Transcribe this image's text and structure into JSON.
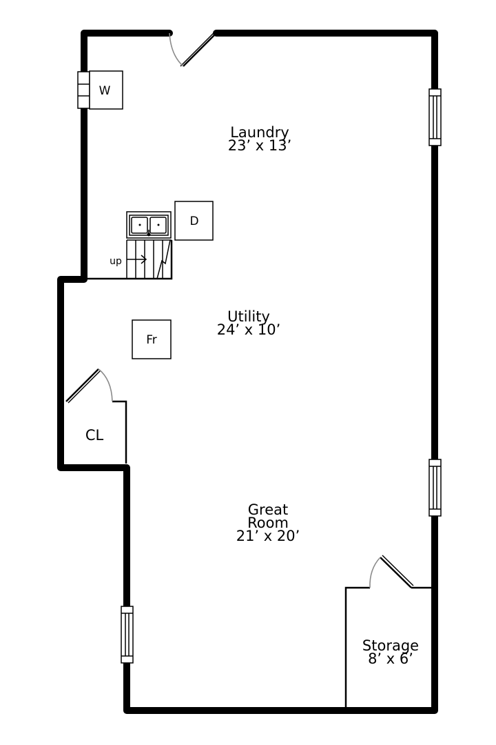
{
  "rooms": {
    "laundry": {
      "name": "Laundry",
      "size": "23’ x 13’"
    },
    "utility": {
      "name": "Utility",
      "size": "24’ x 10’"
    },
    "great_room": {
      "name_line1": "Great",
      "name_line2": "Room",
      "size": "21’ x 20’"
    },
    "storage": {
      "name": "Storage",
      "size": "8’ x 6’"
    },
    "closet": {
      "name": "CL"
    }
  },
  "fixtures": {
    "washer": "W",
    "dryer": "D",
    "fridge": "Fr",
    "stairs_direction": "up"
  }
}
